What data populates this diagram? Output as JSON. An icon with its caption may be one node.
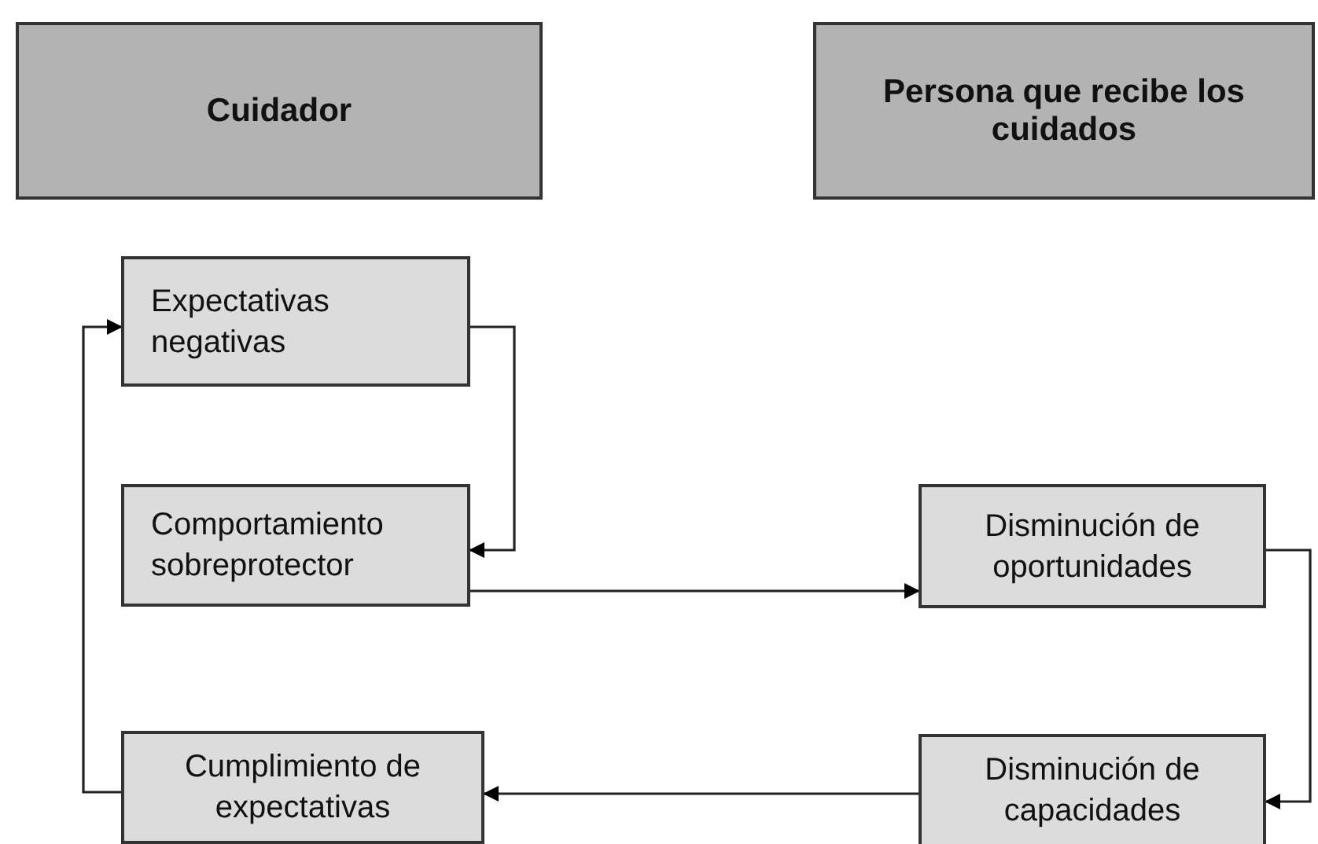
{
  "diagram": {
    "nodes": [
      {
        "text": [
          "Cuidador"
        ]
      },
      {
        "text": [
          "Persona que recibe los cuidados"
        ]
      },
      {
        "text": [
          "Expectativas negativas"
        ]
      },
      {
        "text": [
          "Comportamiento sobreprotector"
        ]
      },
      {
        "text": [
          "Disminución de oportunidades"
        ]
      },
      {
        "text": [
          "Cumplimiento de expectativas"
        ]
      },
      {
        "text": [
          "Disminución de capacidades"
        ]
      }
    ],
    "edges": [
      {
        "from": 2,
        "to": 3,
        "arrow": "to"
      },
      {
        "from": 3,
        "to": 4,
        "arrow": "to"
      },
      {
        "from": 4,
        "to": 6,
        "arrow": "to"
      },
      {
        "from": 6,
        "to": 5,
        "arrow": "to"
      },
      {
        "from": 5,
        "to": 2,
        "arrow": "to"
      }
    ]
  }
}
